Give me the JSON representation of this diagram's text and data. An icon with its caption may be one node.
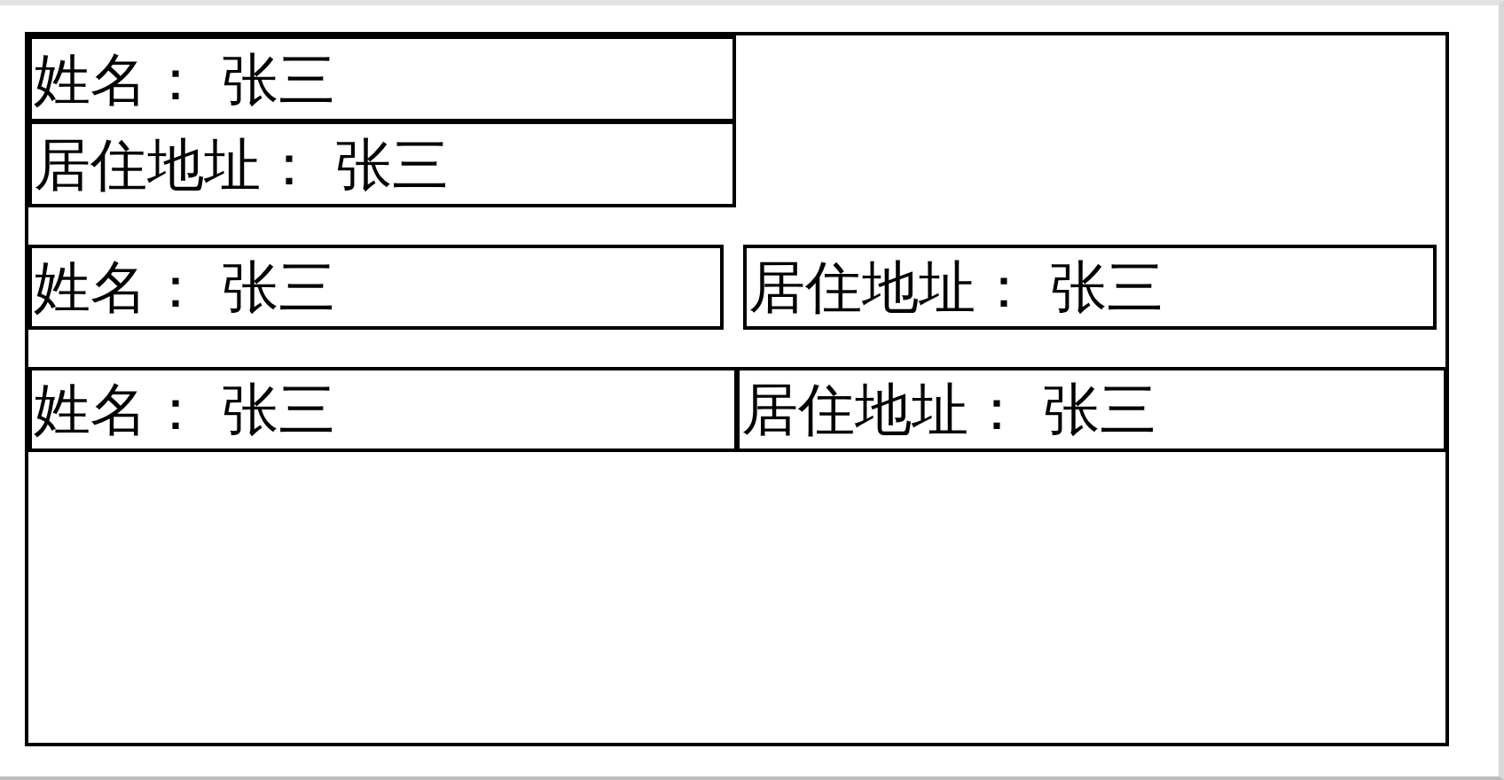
{
  "diagram": {
    "nodes": [
      {
        "text": [],
        "shape": "box"
      },
      {
        "text": [
          "姓名： 张三"
        ],
        "in": 0
      },
      {
        "text": [
          "居住地址： 张三"
        ],
        "in": 0
      },
      {
        "text": [
          "姓名： 张三"
        ],
        "in": 0
      },
      {
        "text": [
          "居住地址： 张三"
        ],
        "in": 0
      },
      {
        "text": [
          "姓名： 张三"
        ],
        "in": 0
      },
      {
        "text": [
          "居住地址： 张三"
        ],
        "in": 0
      }
    ]
  }
}
